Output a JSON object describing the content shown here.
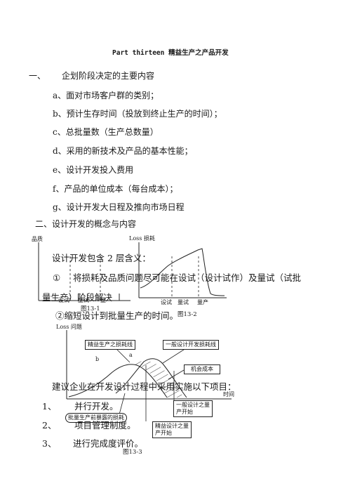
{
  "title": "Part thirteen 精益生产之产品开发",
  "section1": {
    "num": "一、",
    "heading": "企划阶段决定的主要内容"
  },
  "items": [
    "a、面对市场客户群的类别；",
    "b、预计生存时间（投放到终止生产的时间）；",
    "c、总批量数（生产总数量）",
    "d、采用的新技术及产品的基本性能；",
    "e、设计开发投入费用",
    "f、产品的单位成本（每台成本）；",
    "g、设计开发大日程及推向市场日程"
  ],
  "section2": {
    "heading": "二、设计开发的概念与内容"
  },
  "fig1": {
    "ylabel": "品质",
    "x_labels": [
      "设试",
      "量试",
      "量"
    ],
    "caption": "图13-1"
  },
  "fig2": {
    "ylabel": "Loss 损耗",
    "x_labels": [
      "设试",
      "量试",
      "量产"
    ],
    "caption": "图13-2"
  },
  "para1": "设计开发包含 2 层含义：",
  "para2_num": "①",
  "para2": "将损耗及品质问题尽可能在设试（设计试作）及量试（试批",
  "para2_cont": "量生产）阶段解决",
  "para3": "②缩短设计到批量生产的时间。",
  "fig3": {
    "ylabel": "Loss 问题",
    "xlabel": "时间",
    "label_lean": "精益生产之损耗线",
    "label_general": "一般设计开发损耗线",
    "label_opportunity": "机会成本",
    "label_a": "a",
    "label_b": "b",
    "label_batch_loss": "批量生产前暴露的损耗",
    "label_general_start": [
      "一般设计之量",
      "产开始"
    ],
    "label_lean_start": [
      "精益设计之量",
      "产开始"
    ],
    "caption": "图13-3"
  },
  "para4": "建议企业在开发设计过程中采用实施以下项目：",
  "list2": [
    {
      "num": "1、",
      "text": "并行开发。"
    },
    {
      "num": "2、",
      "text": "项目管理制度。"
    },
    {
      "num": "3、",
      "text": "进行完成度评价。"
    }
  ]
}
